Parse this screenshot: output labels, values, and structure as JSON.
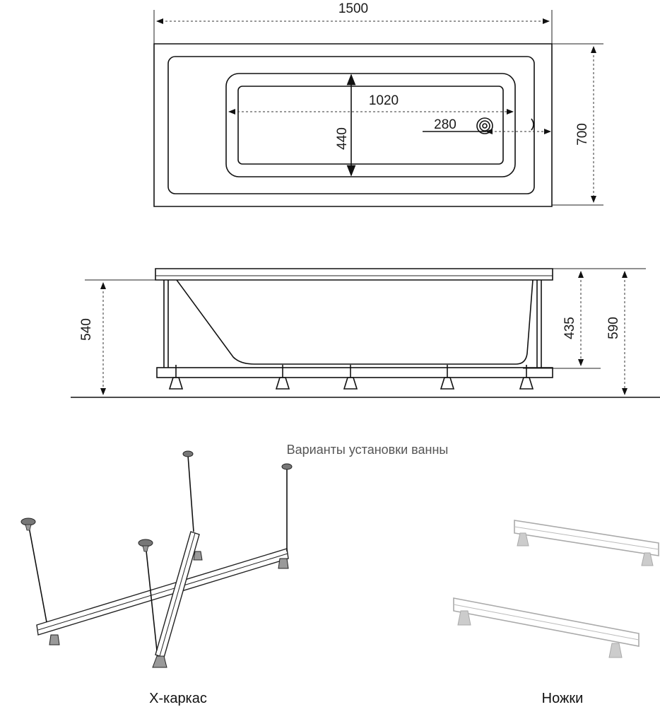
{
  "top_view": {
    "length_label": "1500",
    "width_label": "700",
    "inner_length_label": "1020",
    "inner_width_label": "440",
    "drain_offset_label": "280"
  },
  "side_view": {
    "height_left_label": "540",
    "height_inner_label": "435",
    "height_total_label": "590"
  },
  "installation": {
    "title": "Варианты установки ванны",
    "x_frame_label": "Х-каркас",
    "legs_label": "Ножки"
  }
}
